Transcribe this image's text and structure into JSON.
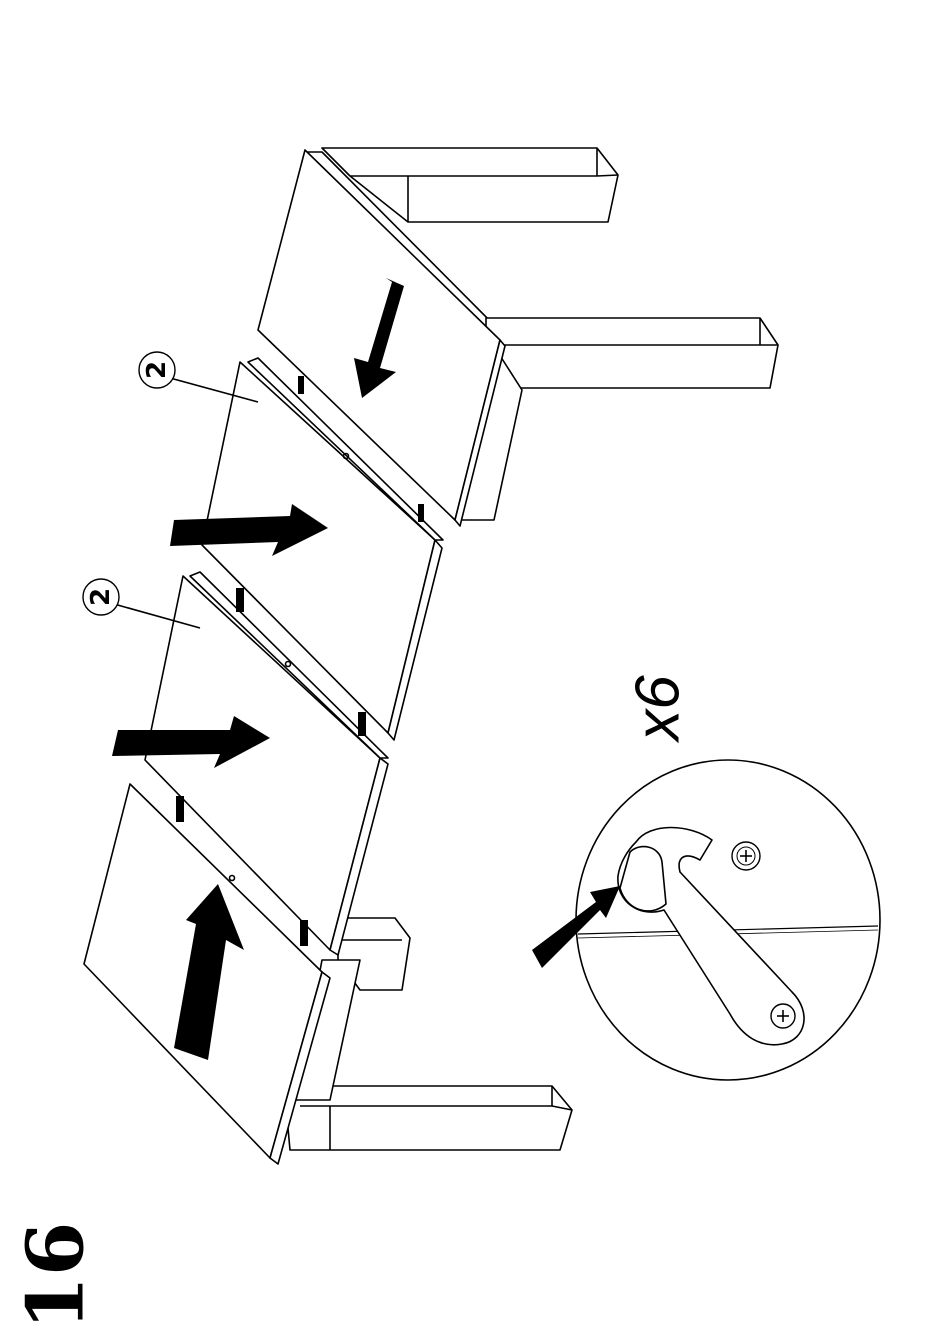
{
  "step": {
    "number": "16"
  },
  "callouts": [
    {
      "part": "2"
    },
    {
      "part": "2"
    }
  ],
  "detail": {
    "quantity": "x6"
  },
  "icons": {
    "movement_arrows": "arrow-icon",
    "fitting": "cam-lock-icon",
    "screw": "screw-icon"
  },
  "colors": {
    "ink": "#000000",
    "paper": "#ffffff"
  }
}
